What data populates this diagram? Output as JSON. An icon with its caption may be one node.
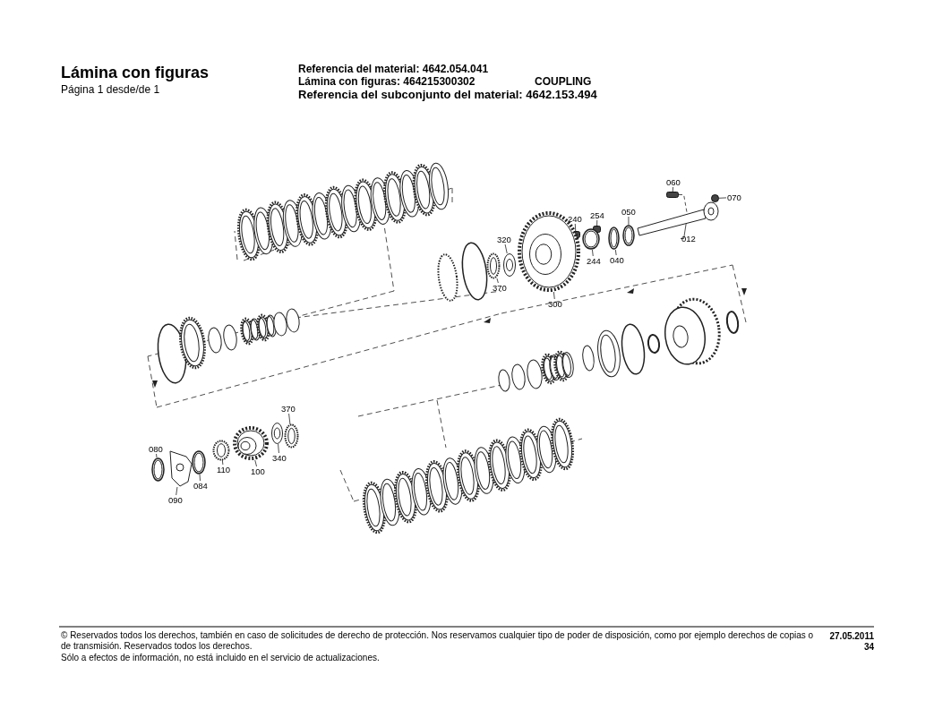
{
  "diagram": {
    "title": "Lámina con figuras",
    "nodes": [
      {
        "text": [
          "060"
        ]
      },
      {
        "text": [],
        "shape": "box"
      },
      {
        "text": [
          "070"
        ]
      },
      {
        "text": [],
        "shape": "circle"
      },
      {
        "text": [
          "240"
        ]
      },
      {
        "text": [],
        "shape": "box"
      },
      {
        "text": [
          "254"
        ]
      },
      {
        "text": [],
        "shape": "box"
      },
      {
        "text": [
          "050"
        ]
      },
      {
        "text": [],
        "shape": "picture"
      },
      {
        "text": [
          "012"
        ]
      },
      {
        "text": [],
        "shape": "picture"
      },
      {
        "text": [
          "040"
        ]
      },
      {
        "text": [],
        "shape": "picture"
      },
      {
        "text": [
          "244"
        ]
      },
      {
        "text": [],
        "shape": "picture"
      },
      {
        "text": [
          "320"
        ]
      },
      {
        "text": [],
        "shape": "picture"
      },
      {
        "text": [
          "370"
        ]
      },
      {
        "text": [],
        "shape": "picture"
      },
      {
        "text": [
          "300"
        ]
      },
      {
        "text": [],
        "shape": "picture"
      },
      {
        "text": [
          "370"
        ]
      },
      {
        "text": [],
        "shape": "picture"
      },
      {
        "text": [
          "080"
        ]
      },
      {
        "text": [],
        "shape": "picture"
      },
      {
        "text": [
          "340"
        ]
      },
      {
        "text": [],
        "shape": "picture"
      },
      {
        "text": [
          "110"
        ]
      },
      {
        "text": [],
        "shape": "picture"
      },
      {
        "text": [
          "100"
        ]
      },
      {
        "text": [],
        "shape": "picture"
      },
      {
        "text": [
          "084"
        ]
      },
      {
        "text": [],
        "shape": "picture"
      },
      {
        "text": [
          "090"
        ]
      },
      {
        "text": [],
        "shape": "picture"
      }
    ],
    "edges": [
      {
        "from": 0,
        "to": 1,
        "arrow": "none"
      },
      {
        "from": 2,
        "to": 3,
        "arrow": "none"
      },
      {
        "from": 4,
        "to": 5,
        "arrow": "none"
      },
      {
        "from": 6,
        "to": 7,
        "arrow": "none"
      },
      {
        "from": 8,
        "to": 9,
        "arrow": "none"
      },
      {
        "from": 10,
        "to": 11,
        "arrow": "none"
      },
      {
        "from": 12,
        "to": 13,
        "arrow": "none"
      },
      {
        "from": 14,
        "to": 15,
        "arrow": "none"
      },
      {
        "from": 16,
        "to": 17,
        "arrow": "none"
      },
      {
        "from": 18,
        "to": 19,
        "arrow": "none"
      },
      {
        "from": 20,
        "to": 21,
        "arrow": "none"
      },
      {
        "from": 22,
        "to": 23,
        "arrow": "none"
      },
      {
        "from": 24,
        "to": 25,
        "arrow": "none"
      },
      {
        "from": 26,
        "to": 27,
        "arrow": "none"
      },
      {
        "from": 28,
        "to": 29,
        "arrow": "none"
      },
      {
        "from": 30,
        "to": 31,
        "arrow": "none"
      },
      {
        "from": 32,
        "to": 33,
        "arrow": "none"
      },
      {
        "from": 34,
        "to": 35,
        "arrow": "none"
      },
      {
        "from": 1,
        "to": 11,
        "arrow": "none",
        "style": "dashed"
      }
    ],
    "labels": [
      "Página 1 desde/de 1",
      "Referencia del material: 4642.054.041",
      "Lámina con figuras: 464215300302",
      "COUPLING",
      "Referencia del subconjunto del material: 4642.153.494",
      "© Reservados todos los derechos, también en caso de solicitudes de derecho de protección. Nos reservamos cualquier tipo de poder de disposición, como por ejemplo derechos de copias o de transmisión. Reservados todos los derechos.",
      "27.05.2011",
      "34",
      "Sólo a efectos de información, no está incluido en el servicio de actualizaciones."
    ]
  }
}
